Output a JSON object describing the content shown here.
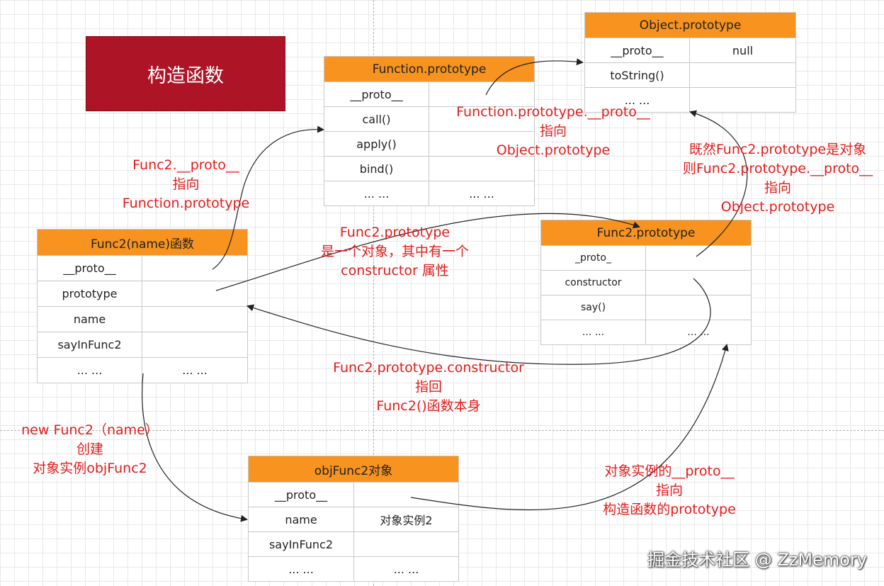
{
  "title": "构造函数",
  "tables": {
    "object_proto": {
      "header": "Object.prototype",
      "rows": [
        [
          "__proto__",
          "null"
        ],
        [
          "toString()",
          ""
        ],
        [
          "... ...",
          ""
        ]
      ]
    },
    "function_proto": {
      "header": "Function.prototype",
      "rows": [
        [
          "__proto__",
          ""
        ],
        [
          "call()",
          ""
        ],
        [
          "apply()",
          ""
        ],
        [
          "bind()",
          ""
        ],
        [
          "... ...",
          "... ..."
        ]
      ]
    },
    "func2": {
      "header": "Func2(name)函数",
      "rows": [
        [
          "__proto__",
          ""
        ],
        [
          "prototype",
          ""
        ],
        [
          "name",
          ""
        ],
        [
          "sayInFunc2",
          ""
        ],
        [
          "... ...",
          "... ..."
        ]
      ]
    },
    "func2_proto": {
      "header": "Func2.prototype",
      "rows": [
        [
          "_proto_",
          ""
        ],
        [
          "constructor",
          ""
        ],
        [
          "say()",
          ""
        ],
        [
          "... ...",
          "... ..."
        ]
      ]
    },
    "objfunc2": {
      "header": "objFunc2对象",
      "rows": [
        [
          "__proto__",
          ""
        ],
        [
          "name",
          "对象实例2"
        ],
        [
          "sayInFunc2",
          ""
        ],
        [
          "... ...",
          "... ..."
        ]
      ]
    }
  },
  "notes": {
    "fp_proto": [
      "Function.prototype.__proto__",
      "指向",
      "Object.prototype"
    ],
    "func2_proto_note": [
      "Func2.__proto__",
      "指向",
      "Function.prototype"
    ],
    "func2_prototype_note": [
      "Func2.prototype",
      "是一个对象，其中有一个",
      "constructor 属性"
    ],
    "f2p_proto": [
      "既然Func2.prototype是对象",
      "则Func2.prototype.__proto__",
      "指向",
      "Object.prototype"
    ],
    "constructor_note": [
      "Func2.prototype.constructor",
      "指回",
      "Func2()函数本身"
    ],
    "new_note": [
      "new Func2（name）",
      "创建",
      "对象实例objFunc2"
    ],
    "instance_note": [
      "对象实例的__proto__",
      "指向",
      "构造函数的prototype"
    ]
  },
  "watermark": "掘金技术社区 @ ZzMemory",
  "colors": {
    "header": "#f7931e",
    "title_bg": "#ad1426",
    "note": "#e41b1b",
    "arrow": "#222222"
  }
}
